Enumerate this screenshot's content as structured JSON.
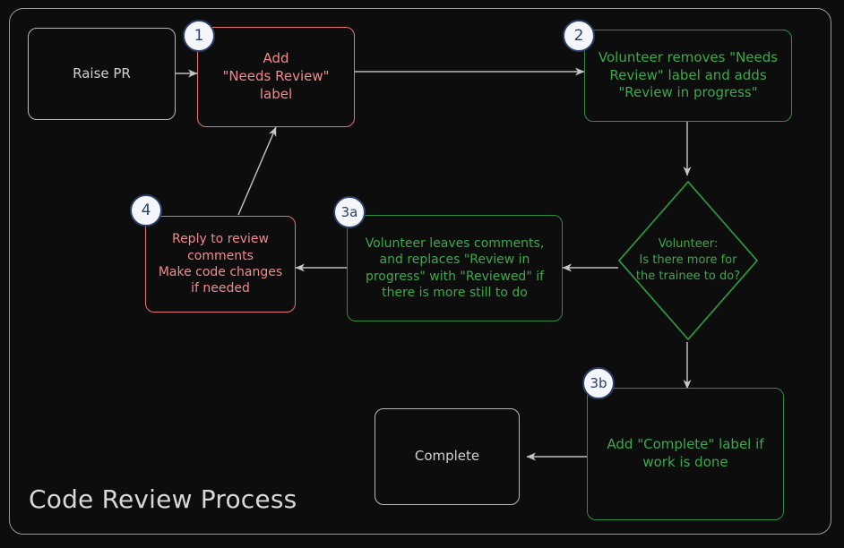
{
  "diagram": {
    "title": "Code Review Process",
    "frame_border_color": "#9a9a9a",
    "background_color": "#0d0d0d",
    "colors": {
      "plain_border": "#b9b9b9",
      "plain_text": "#d0d0d0",
      "red_border": "#e8707c",
      "red_text": "#f08a8f",
      "green_border": "#2f8f3e",
      "green_text": "#3ca94c",
      "badge_fill": "#f4f6fb",
      "badge_border": "#2b3f6b",
      "badge_text": "#2b3f6b",
      "edge_color": "#bdbdbd"
    }
  },
  "nodes": {
    "raise_pr": {
      "label": "Raise PR",
      "style": "plain"
    },
    "add_needs_review": {
      "label": "Add\n\"Needs Review\"\nlabel",
      "style": "red",
      "badge": "1"
    },
    "volunteer_removes": {
      "label": "Volunteer removes \"Needs\nReview\" label and adds\n\"Review in progress\"",
      "style": "green",
      "badge": "2"
    },
    "decision_more_work": {
      "label": "Volunteer:\nIs there more for\nthe trainee to do?",
      "style": "green-diamond"
    },
    "volunteer_leaves_comments": {
      "label": "Volunteer leaves comments,\nand replaces \"Review in\nprogress\" with \"Reviewed\" if\nthere is more still to do",
      "style": "green",
      "badge": "3a"
    },
    "reply_to_review": {
      "label": "Reply to review\ncomments\nMake code changes\nif needed",
      "style": "red",
      "badge": "4"
    },
    "add_complete_label": {
      "label": "Add \"Complete\" label if\nwork is done",
      "style": "green",
      "badge": "3b"
    },
    "complete": {
      "label": "Complete",
      "style": "plain"
    }
  },
  "edges": [
    {
      "from": "raise_pr",
      "to": "add_needs_review",
      "label": ""
    },
    {
      "from": "add_needs_review",
      "to": "volunteer_removes",
      "label": ""
    },
    {
      "from": "volunteer_removes",
      "to": "decision_more_work",
      "label": ""
    },
    {
      "from": "decision_more_work",
      "to": "volunteer_leaves_comments",
      "label": ""
    },
    {
      "from": "decision_more_work",
      "to": "add_complete_label",
      "label": ""
    },
    {
      "from": "volunteer_leaves_comments",
      "to": "reply_to_review",
      "label": ""
    },
    {
      "from": "reply_to_review",
      "to": "add_needs_review",
      "label": ""
    },
    {
      "from": "add_complete_label",
      "to": "complete",
      "label": ""
    }
  ],
  "badges": {
    "one": "1",
    "two": "2",
    "three_a": "3a",
    "three_b": "3b",
    "four": "4"
  }
}
